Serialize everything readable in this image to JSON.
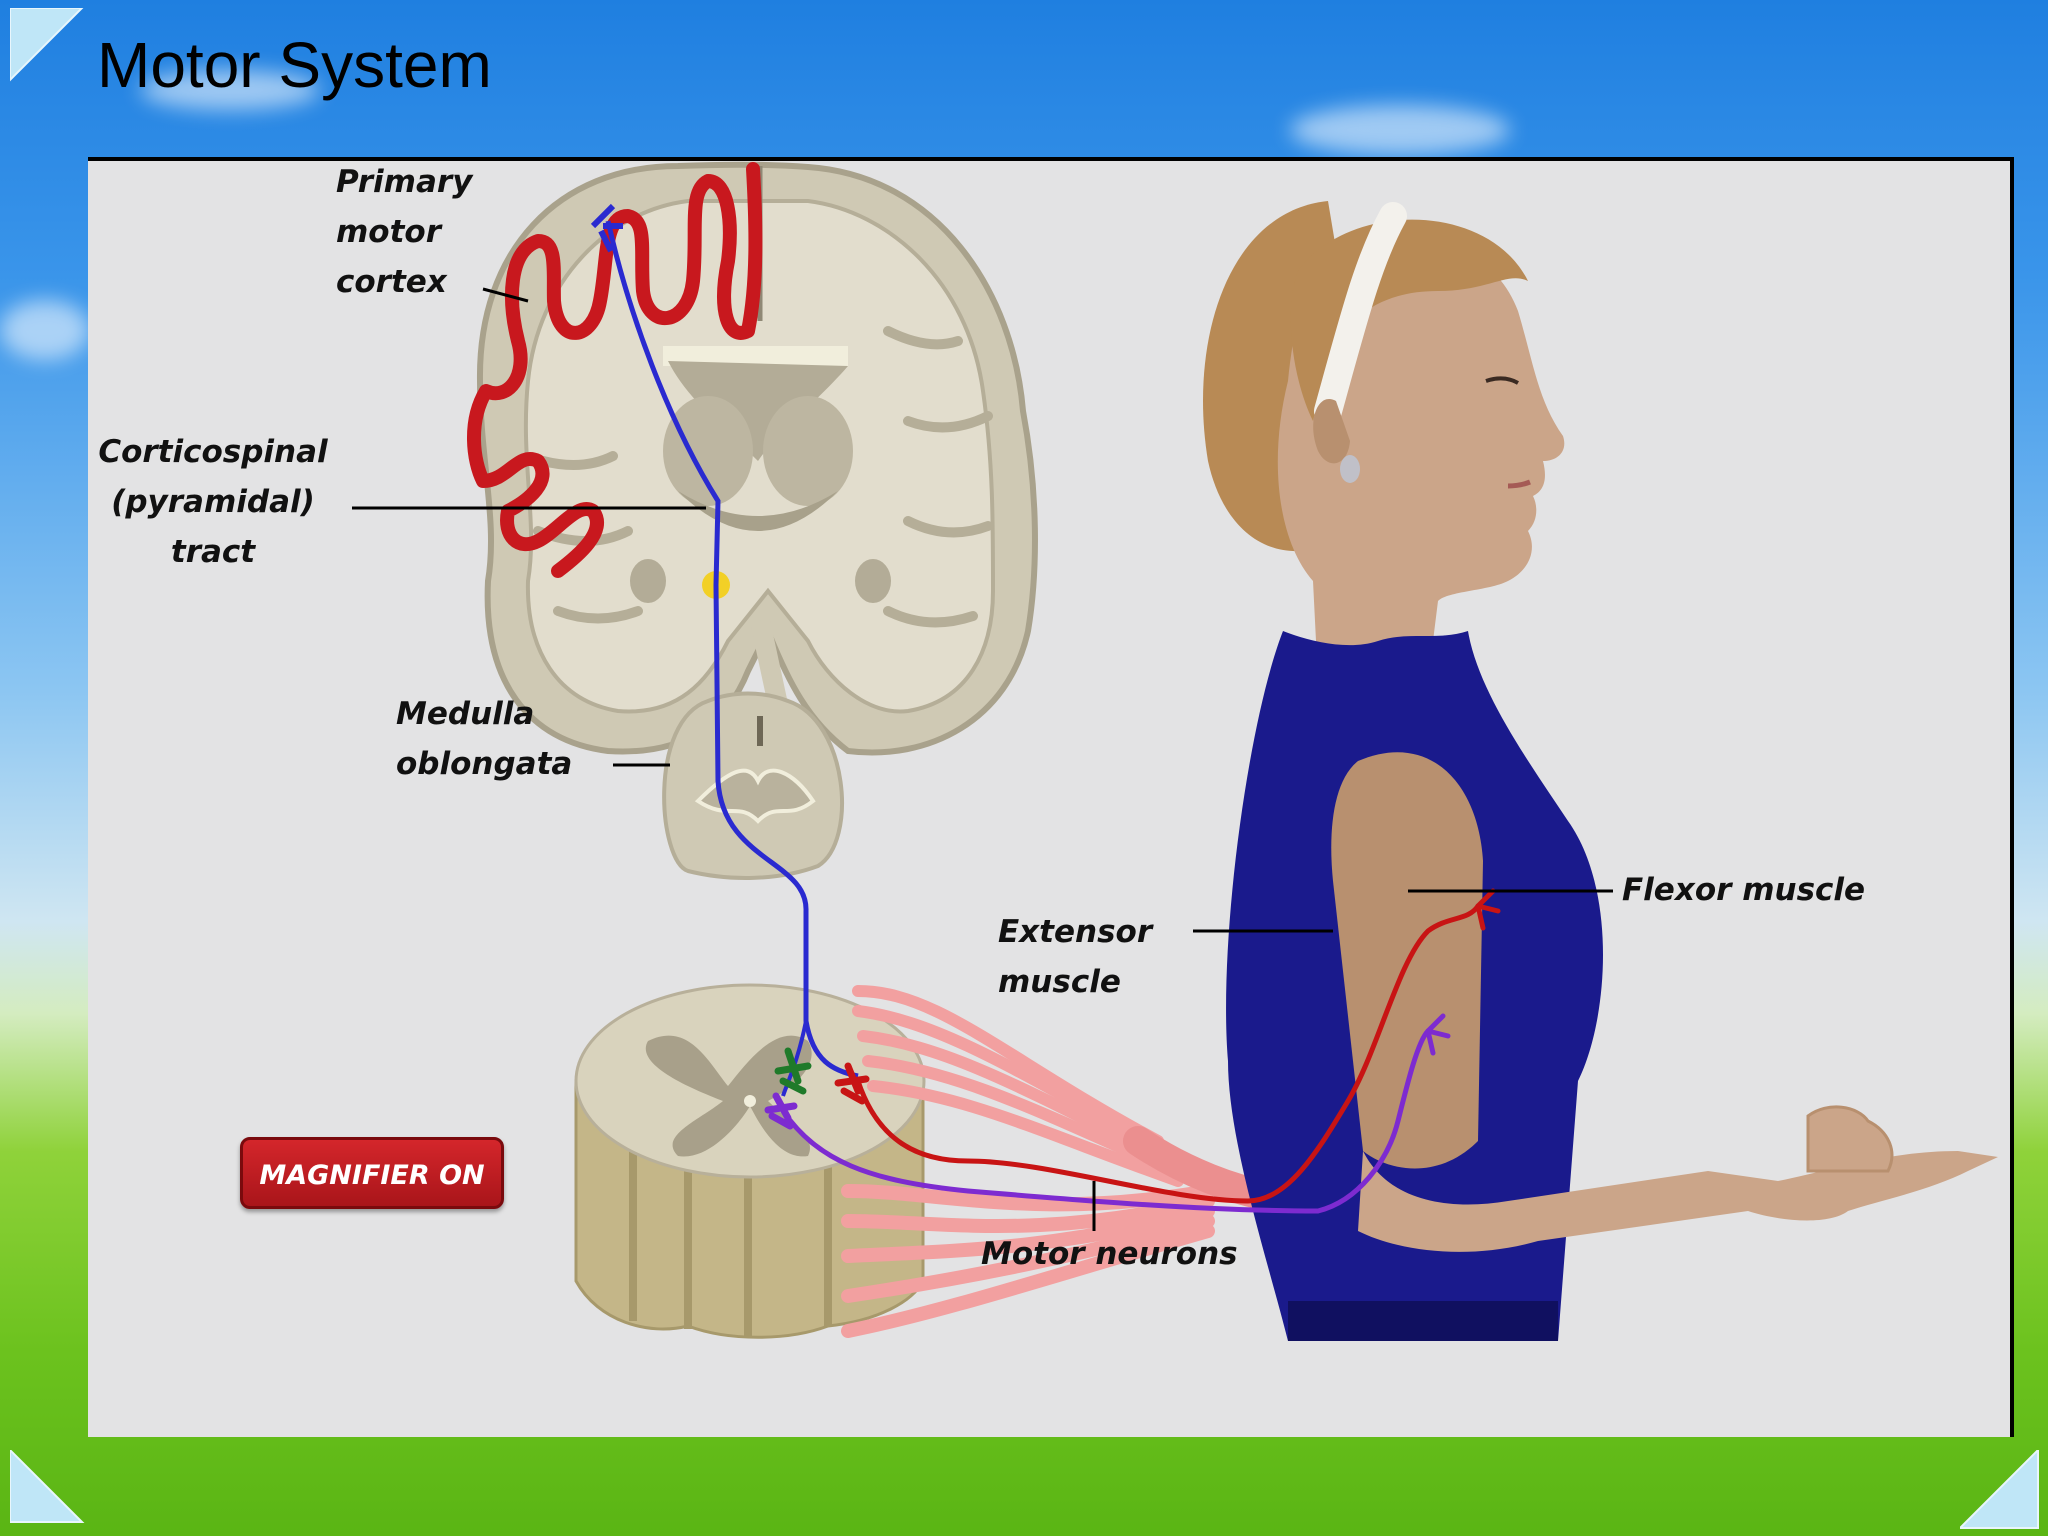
{
  "slide": {
    "title": "Motor System"
  },
  "diagram": {
    "labels": {
      "primary_motor_cortex": "Primary\nmotor\ncortex",
      "corticospinal_tract": "Corticospinal\n(pyramidal)\ntract",
      "medulla_oblongata": "Medulla\noblongata",
      "extensor_muscle": "Extensor\nmuscle",
      "flexor_muscle": "Flexor muscle",
      "motor_neurons": "Motor neurons"
    },
    "magnifier_button": "MAGNIFIER ON",
    "colors": {
      "motor_cortex": "#c8181e",
      "pyramidal_tract": "#2a2ad0",
      "flexor_nerve": "#c81414",
      "extensor_nerve": "#7d2bd0",
      "shirt": "#1a1a8c",
      "skin": "#c9a184",
      "hair": "#b88a55",
      "brain_tissue": "#d8d2bf",
      "gray_matter": "#b9b29d",
      "spinal_nerves": "#f2a0a0"
    }
  }
}
